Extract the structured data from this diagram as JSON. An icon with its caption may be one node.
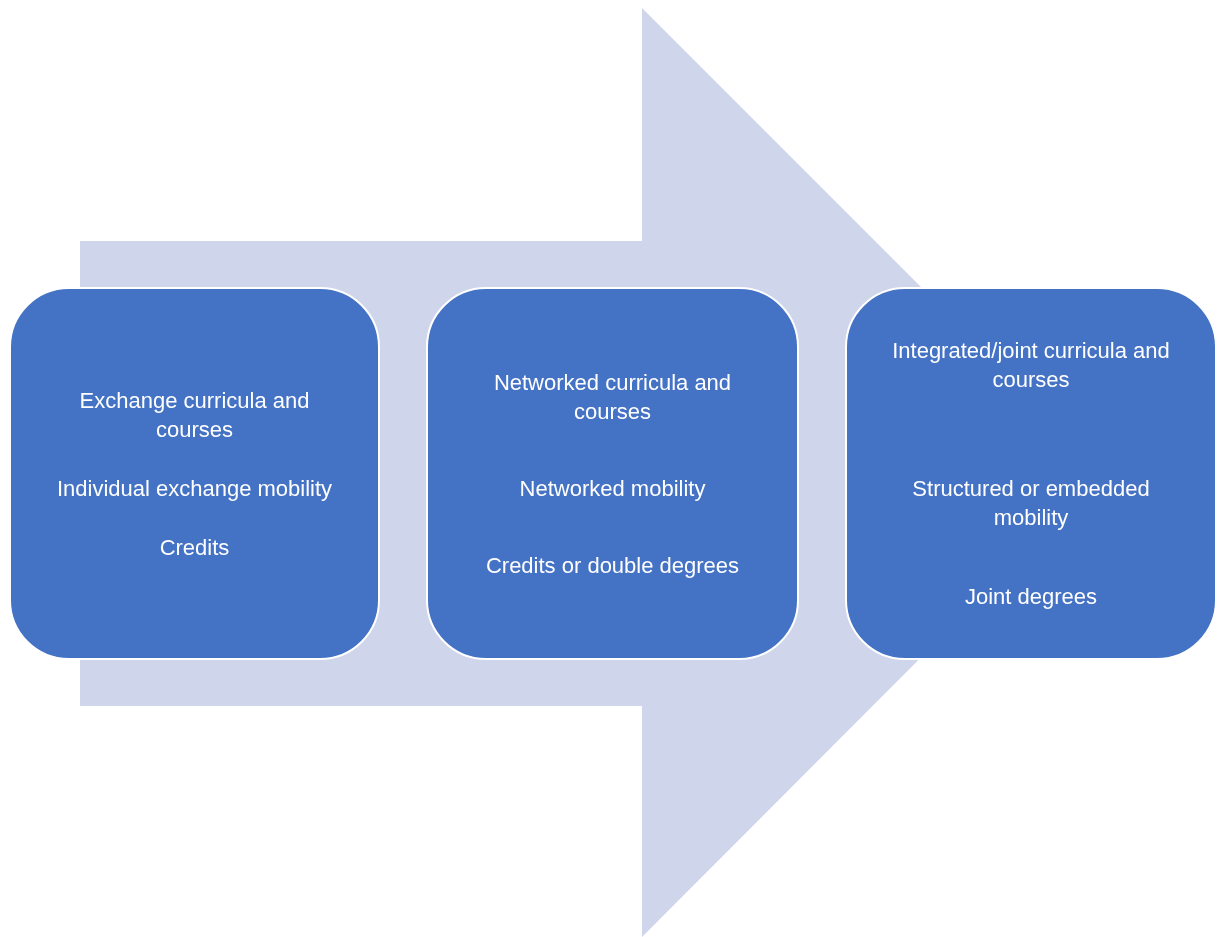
{
  "diagram": {
    "nodes": [
      {
        "text": [
          "Exchange curricula and courses",
          "Individual exchange mobility",
          "Credits"
        ]
      },
      {
        "text": [
          "Networked curricula and courses",
          "Networked mobility",
          "Credits or double degrees"
        ]
      },
      {
        "text": [
          "Integrated/joint curricula and courses",
          "Structured or embedded mobility",
          "Joint degrees"
        ]
      }
    ],
    "edges": [
      {
        "from": 0,
        "to": 2,
        "arrow": "to"
      }
    ]
  }
}
